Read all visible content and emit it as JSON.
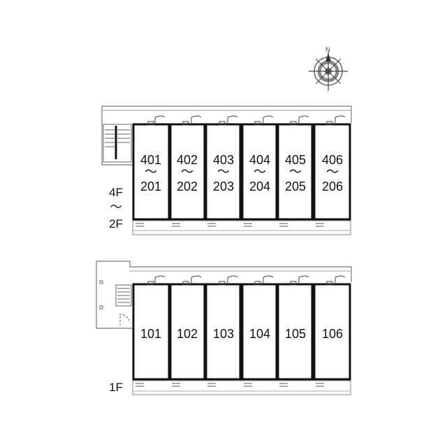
{
  "compass": {
    "north_label": "N",
    "icon": "compass-rose-icon"
  },
  "upper_floors": {
    "floor_label_top": "4F",
    "floor_label_sep": "～",
    "floor_label_bottom": "2F",
    "units": [
      {
        "top": "401",
        "sep": "～",
        "bottom": "201"
      },
      {
        "top": "402",
        "sep": "～",
        "bottom": "202"
      },
      {
        "top": "403",
        "sep": "～",
        "bottom": "203"
      },
      {
        "top": "404",
        "sep": "～",
        "bottom": "204"
      },
      {
        "top": "405",
        "sep": "～",
        "bottom": "205"
      },
      {
        "top": "406",
        "sep": "～",
        "bottom": "206"
      }
    ]
  },
  "ground_floor": {
    "floor_label": "1F",
    "units": [
      "101",
      "102",
      "103",
      "104",
      "105",
      "106"
    ]
  },
  "colors": {
    "wall": "#111111",
    "line": "#555555",
    "light": "#999999"
  }
}
